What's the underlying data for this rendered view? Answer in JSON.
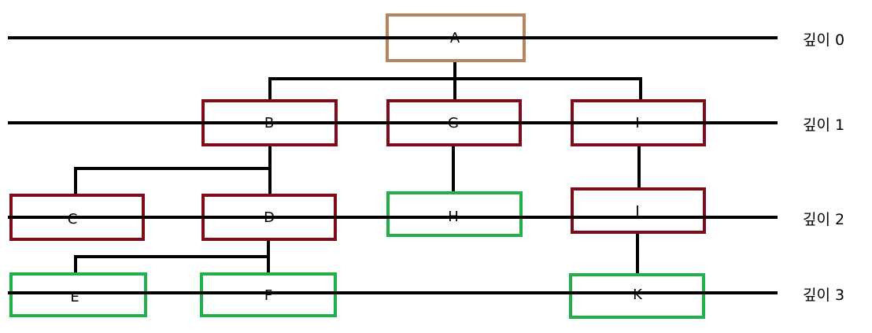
{
  "levels": [
    {
      "depth": 0,
      "label": "깊이 0"
    },
    {
      "depth": 1,
      "label": "깊이 1"
    },
    {
      "depth": 2,
      "label": "깊이 2"
    },
    {
      "depth": 3,
      "label": "깊이 3"
    }
  ],
  "nodes": [
    {
      "id": "A",
      "label": "A",
      "depth": 0,
      "role": "root"
    },
    {
      "id": "B",
      "label": "B",
      "depth": 1,
      "role": "internal"
    },
    {
      "id": "G",
      "label": "G",
      "depth": 1,
      "role": "internal"
    },
    {
      "id": "I",
      "label": "I",
      "depth": 1,
      "role": "internal"
    },
    {
      "id": "C",
      "label": "C",
      "depth": 2,
      "role": "internal"
    },
    {
      "id": "D",
      "label": "D",
      "depth": 2,
      "role": "internal"
    },
    {
      "id": "H",
      "label": "H",
      "depth": 2,
      "role": "leaf"
    },
    {
      "id": "J",
      "label": "J",
      "depth": 2,
      "role": "internal"
    },
    {
      "id": "E",
      "label": "E",
      "depth": 3,
      "role": "leaf"
    },
    {
      "id": "F",
      "label": "F",
      "depth": 3,
      "role": "leaf"
    },
    {
      "id": "K",
      "label": "K",
      "depth": 3,
      "role": "leaf"
    }
  ],
  "edges": [
    [
      "A",
      "B"
    ],
    [
      "A",
      "G"
    ],
    [
      "A",
      "I"
    ],
    [
      "B",
      "C"
    ],
    [
      "B",
      "D"
    ],
    [
      "G",
      "H"
    ],
    [
      "I",
      "J"
    ],
    [
      "D",
      "E"
    ],
    [
      "D",
      "F"
    ],
    [
      "J",
      "K"
    ]
  ],
  "colors": {
    "root": "#b8845e",
    "internal": "#7f0a1a",
    "leaf": "#22b04a",
    "line": "#000000"
  }
}
